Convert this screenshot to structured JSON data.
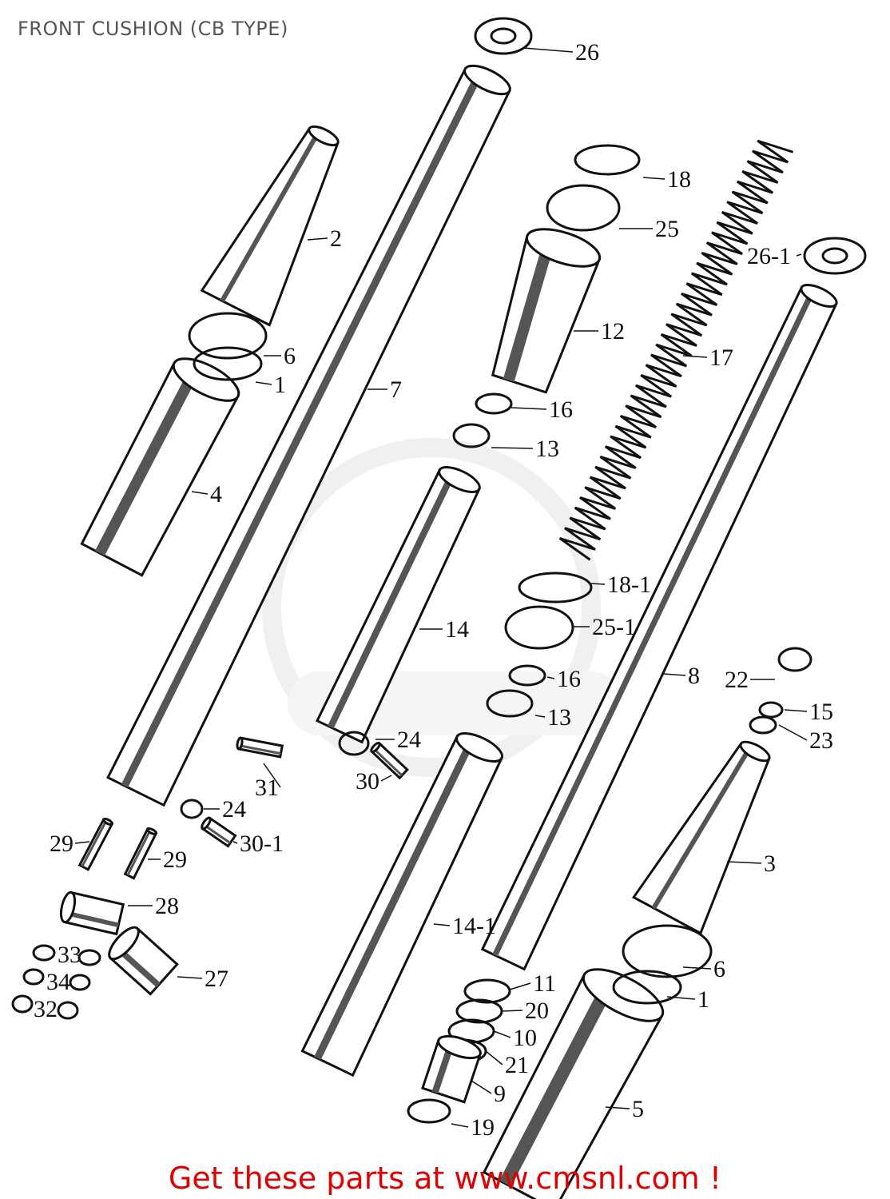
{
  "title": "FRONT CUSHION (CB TYPE)",
  "footer": "Get these parts at www.cmsnl.com !",
  "watermark": "CMS",
  "colors": {
    "footer": "#e00000",
    "title": "#555555",
    "line": "#111111"
  },
  "callouts": [
    "26",
    "2",
    "6",
    "1",
    "7",
    "4",
    "18",
    "25",
    "26-1",
    "12",
    "17",
    "16",
    "13",
    "18-1",
    "25-1",
    "14",
    "16",
    "8",
    "22",
    "15",
    "23",
    "13",
    "24",
    "31",
    "30",
    "24",
    "30-1",
    "29",
    "29",
    "3",
    "28",
    "14-1",
    "33",
    "34",
    "27",
    "6",
    "11",
    "1",
    "20",
    "32",
    "10",
    "21",
    "9",
    "5",
    "19"
  ]
}
